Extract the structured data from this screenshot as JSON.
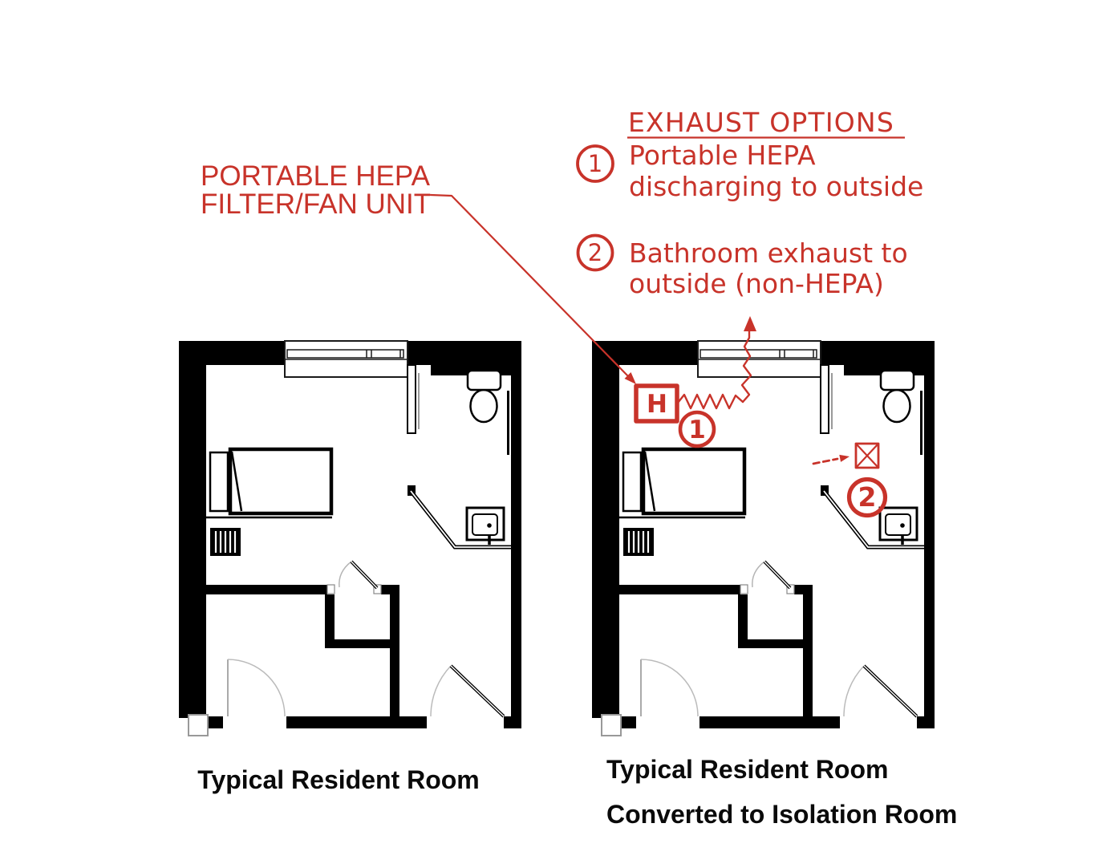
{
  "colors": {
    "annotation_red": "#C8332A",
    "plan_black": "#000000"
  },
  "labels": {
    "portable_hepa": {
      "line1": "PORTABLE HEPA",
      "line2": "FILTER/FAN UNIT"
    }
  },
  "legend": {
    "title": "EXHAUST OPTIONS",
    "options": [
      {
        "number": "1",
        "line1": "Portable HEPA",
        "line2": "discharging to outside"
      },
      {
        "number": "2",
        "line1": "Bathroom exhaust to",
        "line2": "outside (non-HEPA)"
      }
    ]
  },
  "plan_markers": {
    "hepa_unit": "H",
    "option1": "1",
    "option2": "2"
  },
  "captions": {
    "left": "Typical Resident Room",
    "right_line1": "Typical Resident Room",
    "right_line2": "Converted to Isolation Room"
  }
}
